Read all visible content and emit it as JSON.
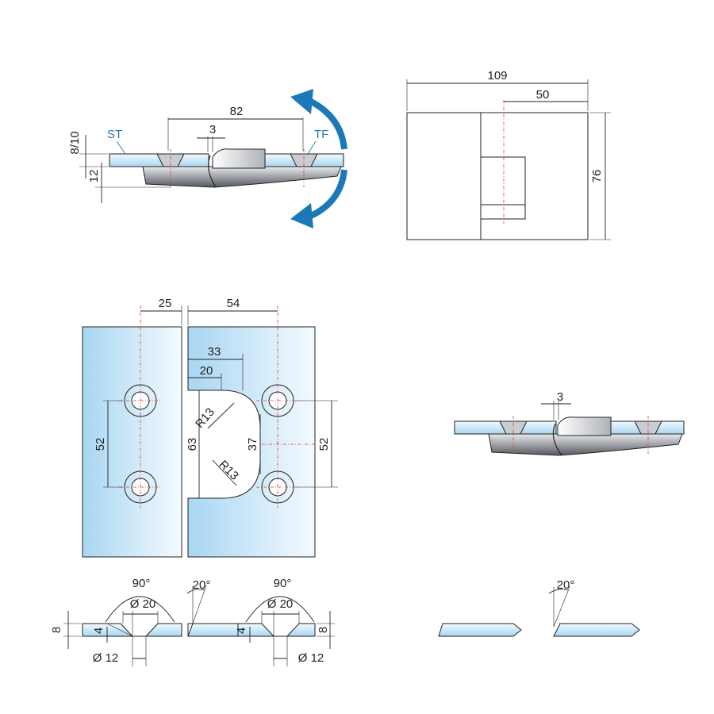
{
  "top_side_view": {
    "dim_82": "82",
    "dim_3": "3",
    "dim_8_10": "8/10",
    "dim_12": "12",
    "label_st": "ST",
    "label_tf": "TF"
  },
  "top_front_view": {
    "dim_109": "109",
    "dim_50": "50",
    "dim_76": "76"
  },
  "glass_cutout": {
    "dim_25": "25",
    "dim_54": "54",
    "dim_33": "33",
    "dim_20": "20",
    "dim_52_left": "52",
    "dim_63": "63",
    "dim_37": "37",
    "dim_52_right": "52",
    "radius_top": "R13",
    "radius_bottom": "R13"
  },
  "mid_side_view": {
    "dim_3": "3"
  },
  "edge_details": {
    "left_angle": "90°",
    "left_diam20": "Ø 20",
    "left_dim8": "8",
    "left_dim4": "4",
    "left_diam12": "Ø 12",
    "left_bevel": "20°",
    "mid_angle": "90°",
    "mid_diam20": "Ø 20",
    "mid_dim4": "4",
    "mid_dim8": "8",
    "mid_diam12": "Ø 12",
    "right_bevel": "20°"
  },
  "colors": {
    "arrow_blue": "#1b79b8",
    "glass_light": "#eef7fd",
    "glass_mid": "#b9def4",
    "centerline_red": "#e0393e",
    "metal_dark": "#6f7378"
  }
}
